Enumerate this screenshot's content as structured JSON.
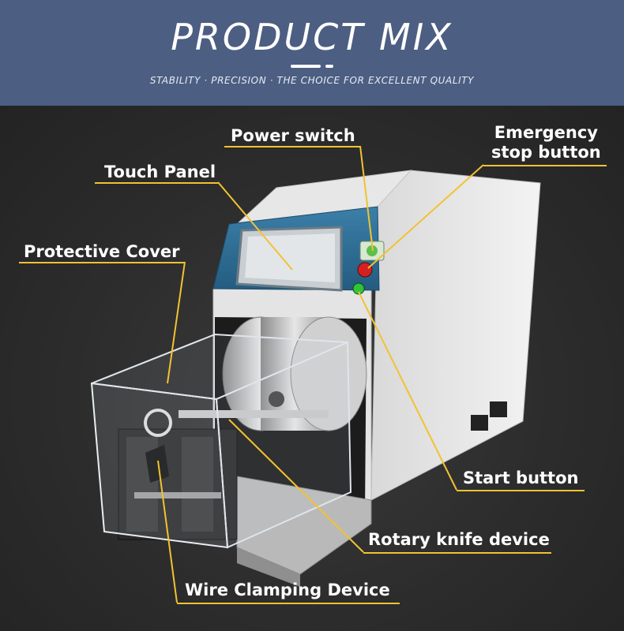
{
  "header": {
    "title": "PRODUCT MIX",
    "subtitle": "STABILITY · PRECISION · THE CHOICE FOR EXCELLENT QUALITY"
  },
  "labels": {
    "power_switch": "Power switch",
    "emergency_line1": "Emergency",
    "emergency_line2": "stop button",
    "touch_panel": "Touch Panel",
    "protective_cover": "Protective Cover",
    "start_button": "Start button",
    "rotary_knife": "Rotary knife device",
    "wire_clamping": "Wire Clamping Device"
  },
  "colors": {
    "header_bg": "#4c5e82",
    "callout_line": "#f2c232",
    "machine_panel": "#2f6f96",
    "machine_body": "#eeeeee"
  }
}
